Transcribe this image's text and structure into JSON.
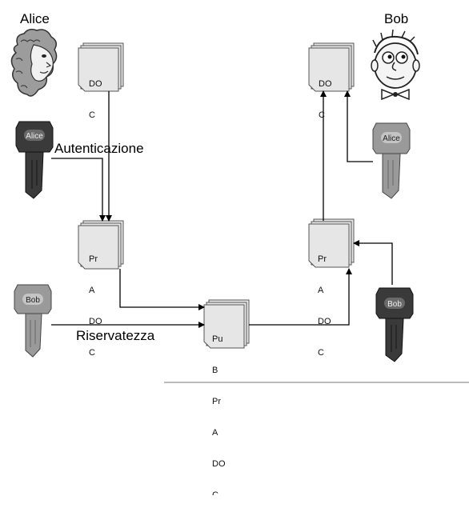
{
  "people": {
    "alice": {
      "name": "Alice"
    },
    "bob": {
      "name": "Bob"
    }
  },
  "keys": {
    "alice_private": {
      "label": "Alice",
      "color": "#3a3a3a"
    },
    "alice_public": {
      "label": "Alice",
      "color": "#9a9a9a"
    },
    "bob_public": {
      "label": "Bob",
      "color": "#9a9a9a"
    },
    "bob_private": {
      "label": "Bob",
      "color": "#3a3a3a"
    }
  },
  "documents": {
    "doc_original": {
      "lines": [
        "DO",
        "C"
      ]
    },
    "doc_alice_signed": {
      "lines": [
        "Pr",
        "A",
        "DO",
        "C"
      ]
    },
    "doc_encrypted": {
      "lines": [
        "Pu",
        "B",
        "Pr",
        "A",
        "DO",
        "C"
      ]
    },
    "doc_bob_decrypted": {
      "lines": [
        "Pr",
        "A",
        "DO",
        "C"
      ]
    },
    "doc_received": {
      "lines": [
        "DO",
        "C"
      ]
    }
  },
  "edge_labels": {
    "authentication": "Autenticazione",
    "confidentiality": "Riservatezza"
  },
  "colors": {
    "line": "#000000",
    "doc_fill": "#e6e6e6",
    "doc_border": "#555555"
  }
}
